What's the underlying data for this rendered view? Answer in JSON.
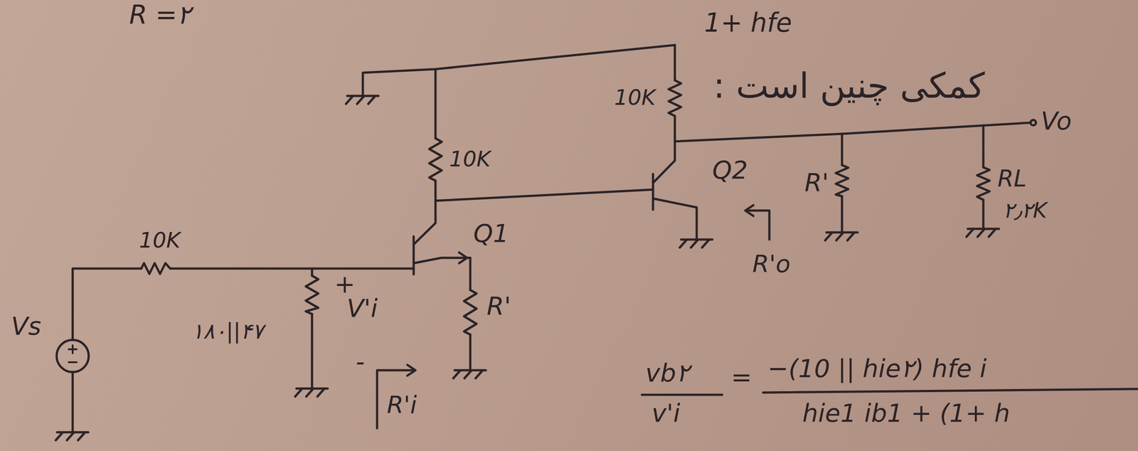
{
  "diagram": {
    "labels": [
      "R =۲",
      "1+ hfe",
      "کمکی چنین است :",
      "10K",
      "10K",
      "Q2",
      "R'",
      "Vo",
      "RL",
      "۲٫۲K",
      "R'o",
      "10K",
      "Q1",
      "Vs",
      "۱۸۰||۴۷",
      "+",
      "V'i",
      "R'",
      "-",
      "R'i",
      "vb۲",
      "=",
      "−(10 || hie۲) hfe i",
      "v'i",
      "hie1 ib1 + (1+ h"
    ]
  }
}
